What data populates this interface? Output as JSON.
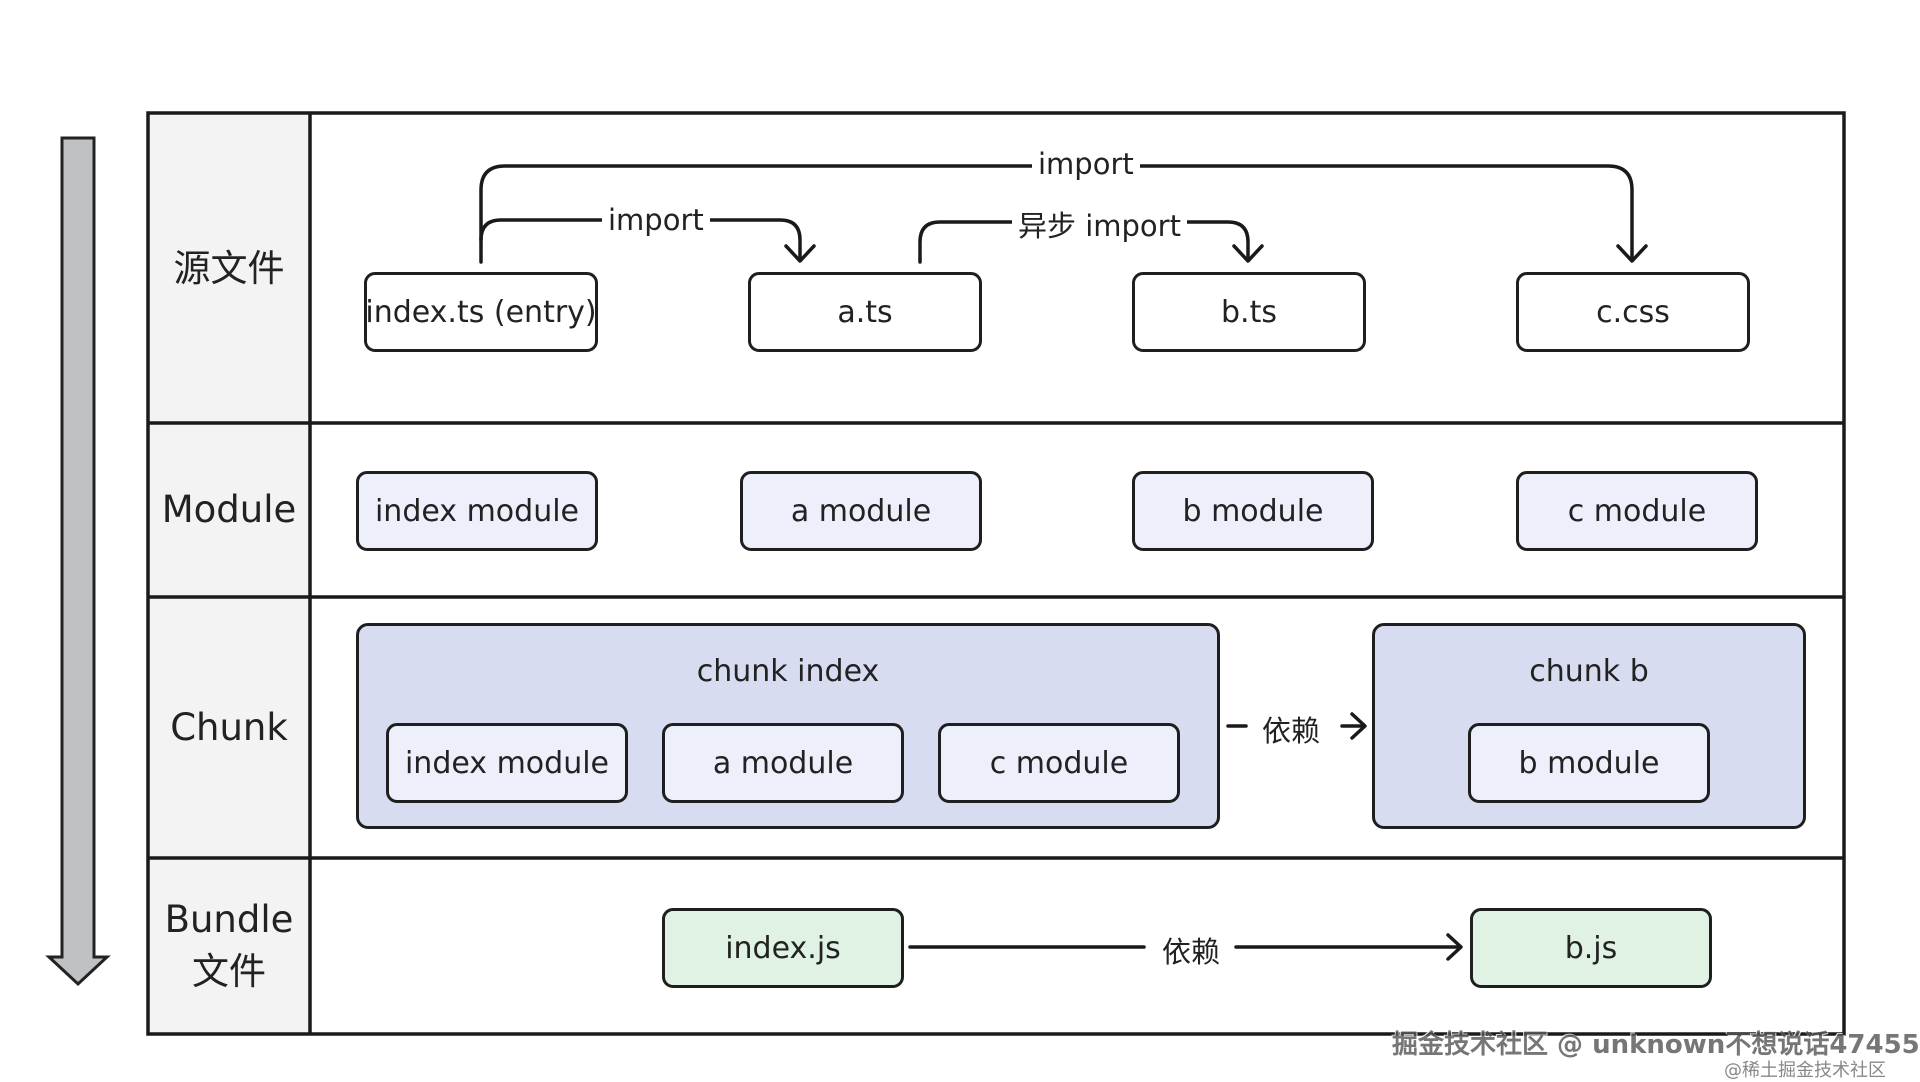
{
  "rows": {
    "source": "源文件",
    "module": "Module",
    "chunk": "Chunk",
    "bundle_line1": "Bundle",
    "bundle_line2": "文件"
  },
  "source_files": [
    "index.ts (entry)",
    "a.ts",
    "b.ts",
    "c.css"
  ],
  "edges": {
    "import_top": "import",
    "import_a": "import",
    "async_import": "异步 import",
    "depends_chunk": "依赖",
    "depends_bundle": "依赖"
  },
  "modules": [
    "index module",
    "a module",
    "b module",
    "c module"
  ],
  "chunks": {
    "index": {
      "title": "chunk index",
      "modules": [
        "index module",
        "a module",
        "c module"
      ]
    },
    "b": {
      "title": "chunk b",
      "modules": [
        "b module"
      ]
    }
  },
  "bundles": [
    "index.js",
    "b.js"
  ],
  "watermark": {
    "main": "掘金技术社区 @ unknown不想说话47455",
    "small": "@稀土掘金技术社区"
  },
  "colors": {
    "module_fill": "#edf0fb",
    "chunk_fill": "#d8dcf1",
    "bundle_fill": "#dff2e4",
    "row_label_fill": "#f3f3f3",
    "flow_arrow_fill": "#bfc1c4"
  }
}
